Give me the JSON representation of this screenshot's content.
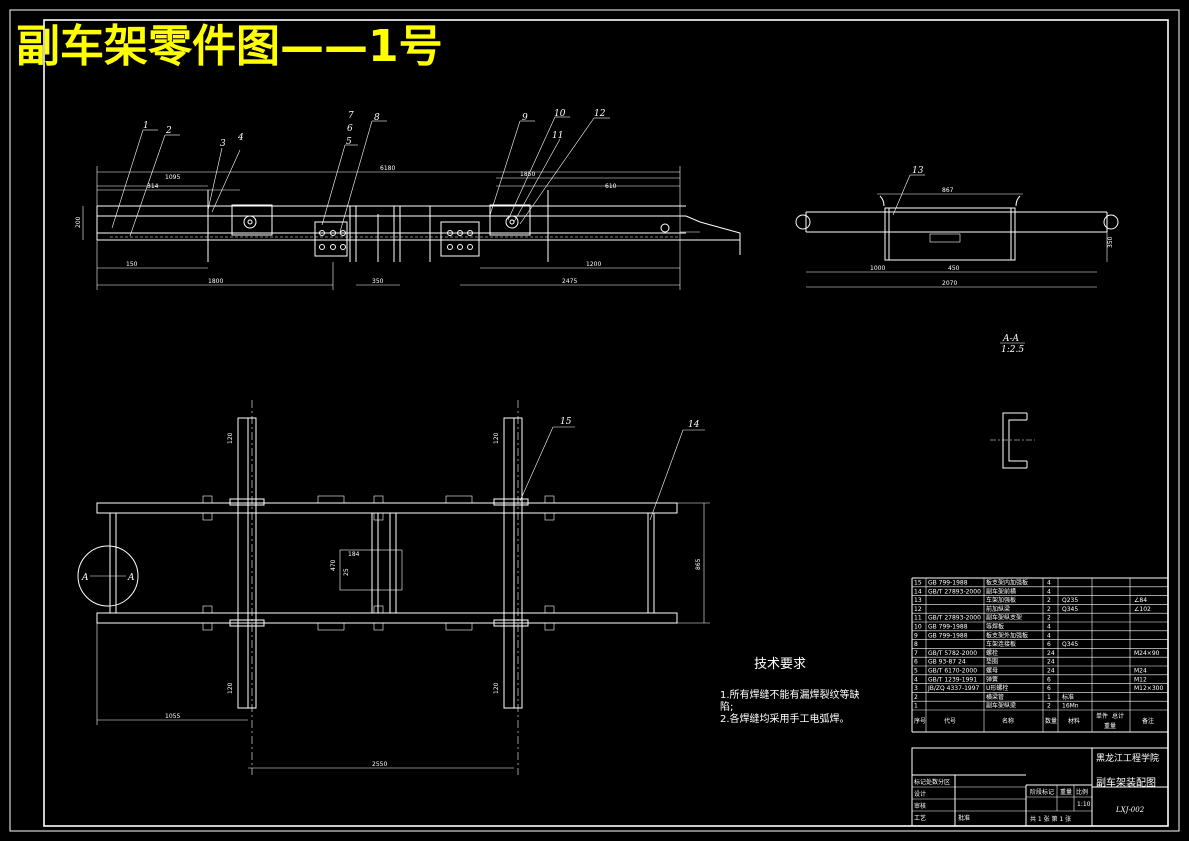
{
  "title": "副车架零件图——1号",
  "colors": {
    "background": "#000000",
    "title": "#ffff00",
    "lines": "#ffffff"
  },
  "top_view": {
    "callouts": [
      "1",
      "2",
      "3",
      "4",
      "7",
      "6",
      "5",
      "8",
      "9",
      "10",
      "11",
      "12"
    ],
    "dims": {
      "overall": "6180",
      "left_span": "1095",
      "left_short": "314",
      "height": "200",
      "offset": "150",
      "bottom_left": "1800",
      "gap": "350",
      "bottom_right": "2475",
      "right_upper": "1850",
      "right_top": "610",
      "right_lower": "1200"
    }
  },
  "side_view": {
    "callout": "13",
    "dims": {
      "top": "867",
      "height": "350",
      "left": "1000",
      "mid": "450",
      "overall": "2070"
    }
  },
  "section": {
    "label": "A-A",
    "scale": "1:2.5"
  },
  "plan_view": {
    "callouts": [
      "15",
      "14"
    ],
    "section_mark": "A",
    "dims": {
      "width": "865",
      "bottom_left": "1055",
      "bottom_mid": "2550",
      "small1": "470",
      "small2": "184",
      "small3": "25",
      "v_top_left": "120",
      "v_top_right": "120",
      "v_bot_left": "120",
      "v_bot_right": "120"
    }
  },
  "tech_req": {
    "heading": "技术要求",
    "line1": "1.所有焊缝不能有漏焊裂纹等缺",
    "line1b": "陷;",
    "line2": "2.各焊缝均采用手工电弧焊。"
  },
  "bom": {
    "rows": [
      {
        "no": "15",
        "code": "GB 799-1988",
        "name": "板支架内加强板",
        "qty": "4",
        "mat": "",
        "note": ""
      },
      {
        "no": "14",
        "code": "GB/T 27893-2000",
        "name": "副车架前横",
        "qty": "4",
        "mat": "",
        "note": ""
      },
      {
        "no": "13",
        "code": "",
        "name": "车架加强板",
        "qty": "2",
        "mat": "Q235",
        "note": "∠84"
      },
      {
        "no": "12",
        "code": "",
        "name": "前加纵梁",
        "qty": "2",
        "mat": "Q345",
        "note": "∠102"
      },
      {
        "no": "11",
        "code": "GB/T 27893-2000",
        "name": "副车架纵支架",
        "qty": "2",
        "mat": "",
        "note": ""
      },
      {
        "no": "10",
        "code": "GB 799-1988",
        "name": "等焊板",
        "qty": "4",
        "mat": "",
        "note": ""
      },
      {
        "no": "9",
        "code": "GB 799-1988",
        "name": "板支架外加强板",
        "qty": "4",
        "mat": "",
        "note": ""
      },
      {
        "no": "8",
        "code": "",
        "name": "车架连接板",
        "qty": "6",
        "mat": "Q345",
        "note": ""
      },
      {
        "no": "7",
        "code": "GB/T 5782-2000",
        "name": "螺栓",
        "qty": "24",
        "mat": "",
        "note": "M24×90"
      },
      {
        "no": "6",
        "code": "GB 93-87 24",
        "name": "垫圈",
        "qty": "24",
        "mat": "",
        "note": ""
      },
      {
        "no": "5",
        "code": "GB/T 6170-2000",
        "name": "螺母",
        "qty": "24",
        "mat": "",
        "note": "M24"
      },
      {
        "no": "4",
        "code": "GB/T 1239-1991",
        "name": "弹簧",
        "qty": "6",
        "mat": "",
        "note": "M12"
      },
      {
        "no": "3",
        "code": "JB/ZQ 4337-1997",
        "name": "U形螺栓",
        "qty": "6",
        "mat": "",
        "note": "M12×300"
      },
      {
        "no": "2",
        "code": "",
        "name": "横梁管",
        "qty": "1",
        "mat": "标准",
        "note": ""
      },
      {
        "no": "1",
        "code": "",
        "name": "副车架纵梁",
        "qty": "2",
        "mat": "16Mn",
        "note": ""
      }
    ],
    "header": {
      "no": "序号",
      "code": "代号",
      "name": "名称",
      "qty": "数量",
      "mat": "材料",
      "unit_weight": "单件",
      "total_weight": "总计",
      "weight": "重量",
      "note": "备注"
    }
  },
  "title_block": {
    "school": "黑龙江工程学院",
    "drawing_name": "副车架装配图",
    "drawing_no": "LXJ-002",
    "scale": "1:10",
    "stage_mark": "阶段标记",
    "weight_label": "重量",
    "scale_label": "比例",
    "sheets": "共 1 张  第 1 张",
    "rows": [
      "标记处数分区",
      "设计",
      "审核",
      "工艺",
      "批准"
    ]
  }
}
